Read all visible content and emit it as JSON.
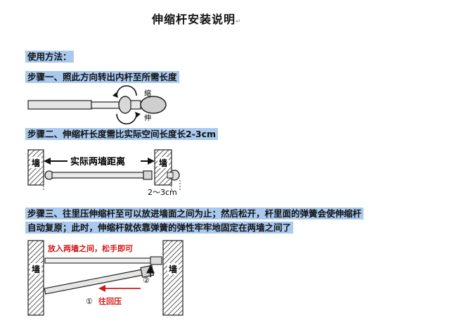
{
  "title": "伸缩杆安装说明",
  "return_mark": "↵",
  "usage_heading": "使用方法：",
  "step1": {
    "text": "步骤一、照此方向转出内杆至所需长度",
    "label_shrink": "缩",
    "label_extend": "伸"
  },
  "step2": {
    "text": "步骤二、伸缩杆长度需比实际空间长度长2-3cm",
    "wall_label": "墙",
    "distance_label": "实际两墙距离",
    "extra_label": "2～3cm"
  },
  "step3": {
    "line1": "步骤三、往里压伸缩杆至可以放进墙面之间为止；然后松开，杆里面的弹簧会使伸缩杆",
    "line2": "自动复原；此时，伸缩杆就依靠弹簧的弹性牢牢地固定在两墙之间了",
    "wall_label": "墙",
    "put_label": "放入两墙之间，松手即可",
    "push_label": "往回压",
    "marker1": "①",
    "marker2": "②"
  },
  "colors": {
    "highlight": "#a9c9ee",
    "red_text": "#d01818",
    "rod_fill": "#dcdcdc",
    "outline": "#222222"
  }
}
